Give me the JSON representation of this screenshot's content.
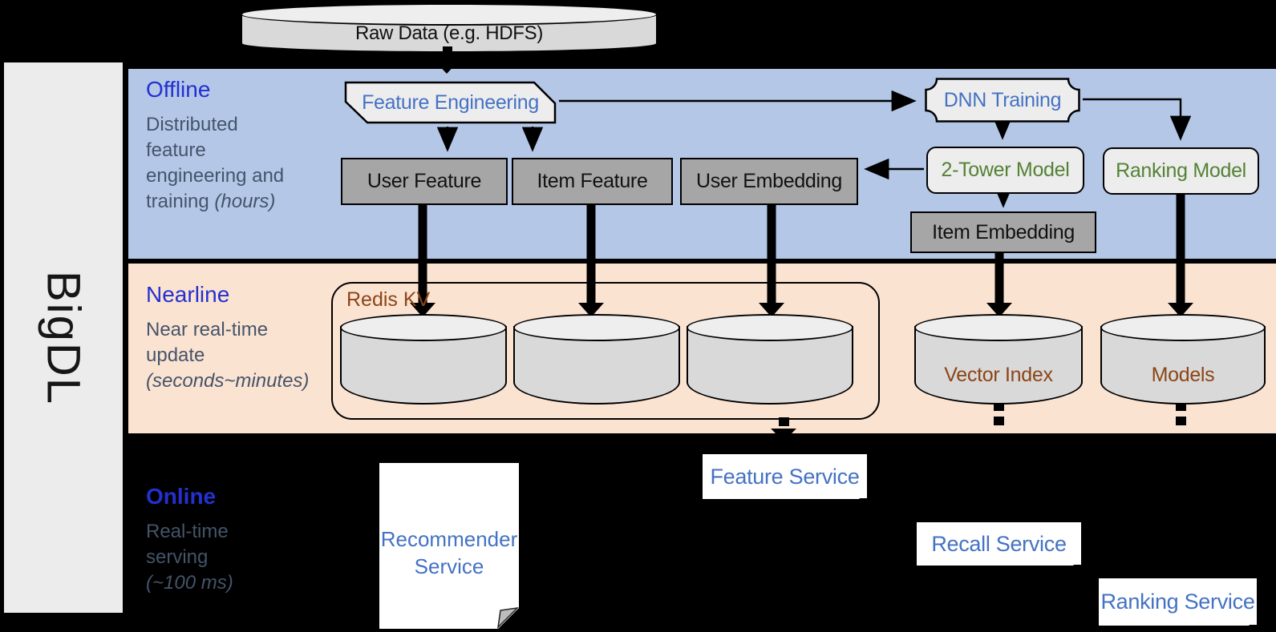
{
  "sidebar": {
    "brand": "BigDL"
  },
  "raw_data": {
    "label": "Raw Data (e.g. HDFS)"
  },
  "offline": {
    "label": "Offline",
    "line1": "Distributed",
    "line2": "feature",
    "line3": "engineering and",
    "line4": "training",
    "line4_italic": "(hours)"
  },
  "nearline": {
    "label": "Nearline",
    "line1": "Near real-time",
    "line2": "update",
    "line3_italic": "(seconds~minutes)"
  },
  "online": {
    "label": "Online",
    "line1": "Real-time",
    "line2": "serving",
    "line3_italic": "(~100 ms)"
  },
  "nodes": {
    "feature_engineering": {
      "label": "Feature Engineering"
    },
    "dnn_training": {
      "label": "DNN Training"
    },
    "user_feature": {
      "label": "User Feature"
    },
    "item_feature": {
      "label": "Item Feature"
    },
    "user_embedding": {
      "label": "User Embedding"
    },
    "two_tower_model": {
      "label": "2-Tower Model"
    },
    "ranking_model": {
      "label": "Ranking Model"
    },
    "item_embedding": {
      "label": "Item Embedding"
    },
    "redis_kv": {
      "label": "Redis KV"
    },
    "vector_index": {
      "label": "Vector Index"
    },
    "models": {
      "label": "Models"
    },
    "recommender_service": {
      "line1": "Recommender",
      "line2": "Service"
    },
    "feature_service": {
      "label": "Feature Service"
    },
    "recall_service": {
      "label": "Recall Service"
    },
    "ranking_service": {
      "label": "Ranking Service"
    }
  },
  "colors": {
    "offline_band": "#b4c7e7",
    "nearline_band": "#fbe3d2",
    "section_label_blue": "#2430cf",
    "node_text_blue": "#4472c4",
    "node_text_green": "#548235",
    "node_text_brown": "#8c4516",
    "description_gray": "#44546a",
    "dark_box_fill": "#a6a6a6",
    "light_box_fill": "#ededed",
    "cylinder_fill": "#d9d9d9"
  }
}
